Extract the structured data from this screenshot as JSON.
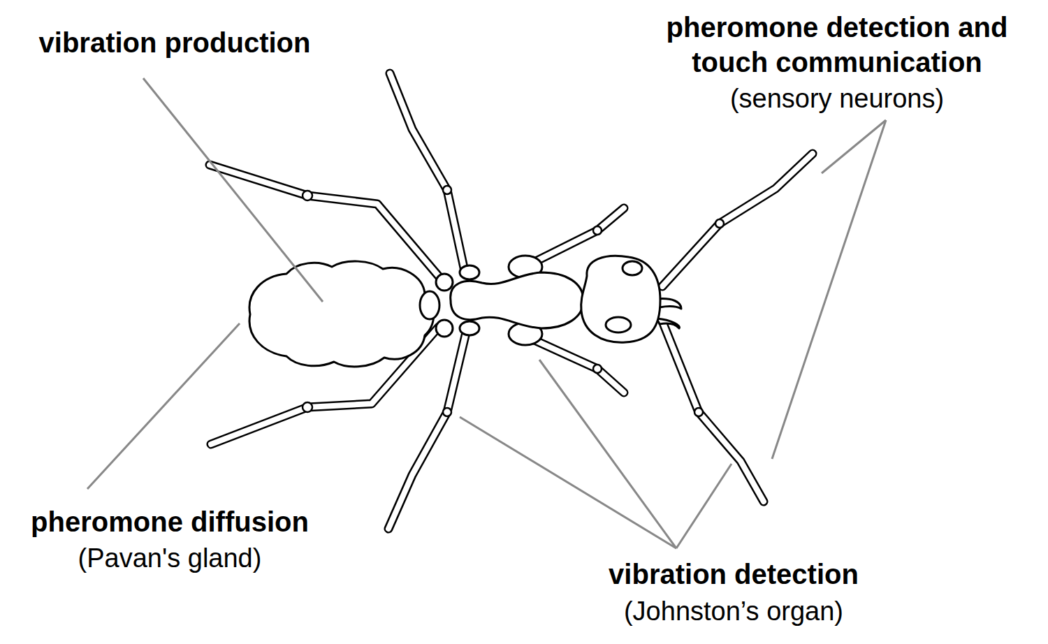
{
  "diagram": {
    "labels": [
      "vibration production",
      "pheromone detection and touch communication",
      "(sensory neurons)",
      "pheromone diffusion",
      "(Pavan's gland)",
      "vibration detection",
      "(Johnston’s organ)"
    ]
  }
}
